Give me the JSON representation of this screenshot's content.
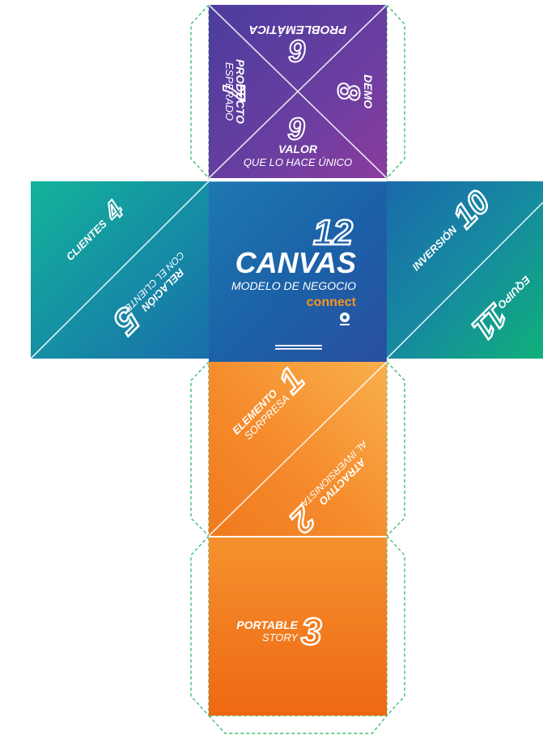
{
  "colors": {
    "purple_top": "#5b3d9c",
    "purple_bottom": "#7b3fa0",
    "teal_left": "#0fb09c",
    "blue_center": "#1c5fa8",
    "teal_right": "#14a87e",
    "orange_light": "#f7a341",
    "orange_dark": "#ef6b13",
    "tab_stroke": "#3fbf6e"
  },
  "top_face": {
    "problematica": "PROBLEMÁTICA",
    "num_problematica": "6",
    "producto": "PRODUCTO",
    "esperado": "ESPERADO",
    "num_producto": "7",
    "demo": "DEMO",
    "num_demo": "8",
    "num_valor": "9",
    "valor": "VALOR",
    "que_lo_hace_unico": "QUE LO HACE ÚNICO"
  },
  "left_face": {
    "clientes": "CLIENTES",
    "num_clientes": "4",
    "relacion": "RELACIÓN",
    "con_el_cliente": "CON EL CLIENTE",
    "num_relacion": "5"
  },
  "center_face": {
    "number": "12",
    "title": "CANVAS",
    "subtitle": "MODELO DE NEGOCIO",
    "brand": "connect"
  },
  "right_face": {
    "inversion": "INVERSIÓN",
    "num_inversion": "10",
    "equipo": "EQUIPO",
    "num_equipo": "11"
  },
  "lower_face": {
    "elemento": "ELEMENTO",
    "sorpresa": "SORPRESA",
    "num_elemento": "1",
    "atractivo": "ATRACTIVO",
    "al_inversionista": "AL INVERSIONISTA",
    "num_atractivo": "2"
  },
  "bottom_face": {
    "portable": "PORTABLE",
    "story": "STORY",
    "num_portable": "3"
  }
}
